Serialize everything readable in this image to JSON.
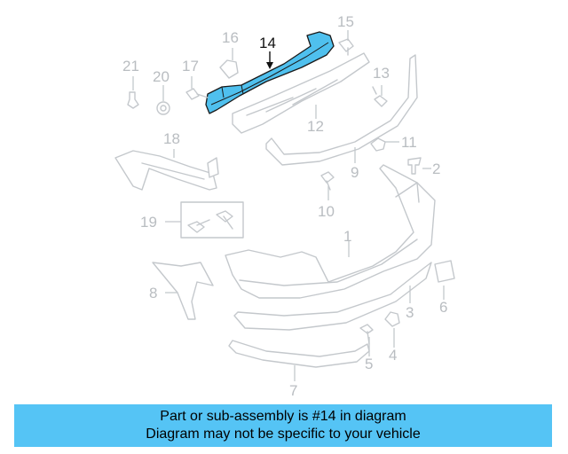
{
  "diagram": {
    "highlighted_part": "14",
    "callouts": [
      "1",
      "2",
      "3",
      "4",
      "5",
      "6",
      "7",
      "8",
      "9",
      "10",
      "11",
      "12",
      "13",
      "14",
      "15",
      "16",
      "17",
      "18",
      "19",
      "20",
      "21"
    ]
  },
  "banner": {
    "line1": "Part or sub-assembly is #14 in diagram",
    "line2": "Diagram may not be specific to your vehicle",
    "background": "#55c4f5"
  },
  "colors": {
    "highlight": "#4fc0ee",
    "outline": "#c4c8cc"
  }
}
